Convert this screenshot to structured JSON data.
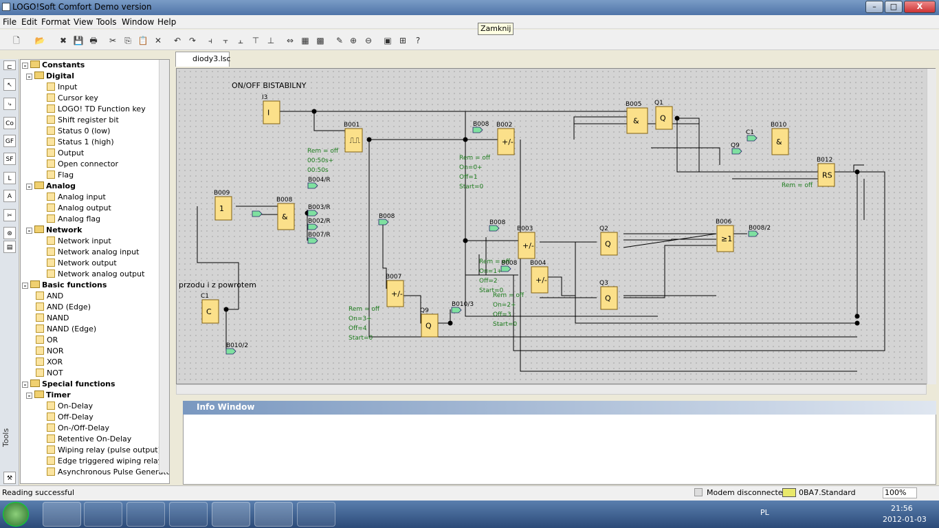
{
  "window": {
    "title": "LOGO!Soft Comfort Demo version",
    "btn_min": "–",
    "btn_max": "□",
    "btn_close": "X"
  },
  "menu": [
    "File",
    "Edit",
    "Format",
    "View",
    "Tools",
    "Window",
    "Help"
  ],
  "tooltip": "Zamknij",
  "tab": {
    "label": "diody3.lsc"
  },
  "tree": {
    "constants": "Constants",
    "digital": "Digital",
    "digital_items": [
      "Input",
      "Cursor key",
      "LOGO! TD Function key",
      "Shift register bit",
      "Status 0 (low)",
      "Status 1 (high)",
      "Output",
      "Open connector",
      "Flag"
    ],
    "analog": "Analog",
    "analog_items": [
      "Analog input",
      "Analog output",
      "Analog flag"
    ],
    "network": "Network",
    "network_items": [
      "Network input",
      "Network analog input",
      "Network output",
      "Network analog output"
    ],
    "basic": "Basic functions",
    "basic_items": [
      "AND",
      "AND (Edge)",
      "NAND",
      "NAND (Edge)",
      "OR",
      "NOR",
      "XOR",
      "NOT"
    ],
    "special": "Special functions",
    "timer": "Timer",
    "timer_items": [
      "On-Delay",
      "Off-Delay",
      "On-/Off-Delay",
      "Retentive On-Delay",
      "Wiping relay (pulse output)",
      "Edge triggered wiping relay",
      "Asynchronous Pulse Generator"
    ]
  },
  "lefttools_label": "Tools",
  "diagram": {
    "title": "ON/OFF BISTABILNY",
    "subtitle": "przodu i z powrotem",
    "labels": {
      "I3": "I3",
      "B001": "B001",
      "B002": "B002",
      "B003": "B003",
      "B004": "B004",
      "B005": "B005",
      "B006": "B006",
      "B007": "B007",
      "B008": "B008",
      "B009": "B009",
      "B010": "B010",
      "B012": "B012",
      "Q1": "Q1",
      "Q2": "Q2",
      "Q3": "Q3",
      "Q9": "Q9",
      "C1": "C1"
    },
    "symbols": {
      "I": "I",
      "pulse": "⎍⎍",
      "and": "&",
      "q": "Q",
      "updown": "+/-",
      "one": "1",
      "c": "C",
      "rs": "RS",
      "or": "≥1"
    },
    "connectors": {
      "B008": "B008",
      "B004R": "B004/R",
      "B003R": "B003/R",
      "B002R": "B002/R",
      "B007R": "B007/R",
      "B010_3": "B010/3",
      "B010_2": "B010/2",
      "B008_2": "B008/2",
      "Q9": "Q9",
      "C1": "C1"
    },
    "params": {
      "b001": [
        "Rem = off",
        "00:50s+",
        "00:50s"
      ],
      "b002": [
        "Rem = off",
        "On=0+",
        "Off=1",
        "Start=0"
      ],
      "b003": [
        "Rem = off",
        "On=1+",
        "Off=2",
        "Start=0"
      ],
      "b004": [
        "Rem = off",
        "On=2+",
        "Off=3",
        "Start=0"
      ],
      "b007": [
        "Rem = off",
        "On=3+",
        "Off=4",
        "Start=0"
      ],
      "b012": [
        "Rem = off"
      ]
    }
  },
  "info": {
    "title": "Info Window"
  },
  "status": {
    "left": "Reading successful",
    "modem": "Modem disconnected",
    "device": "0BA7.Standard",
    "zoom": "100%"
  },
  "taskbar": {
    "lang": "PL",
    "time": "21:56",
    "date": "2012-01-03"
  }
}
